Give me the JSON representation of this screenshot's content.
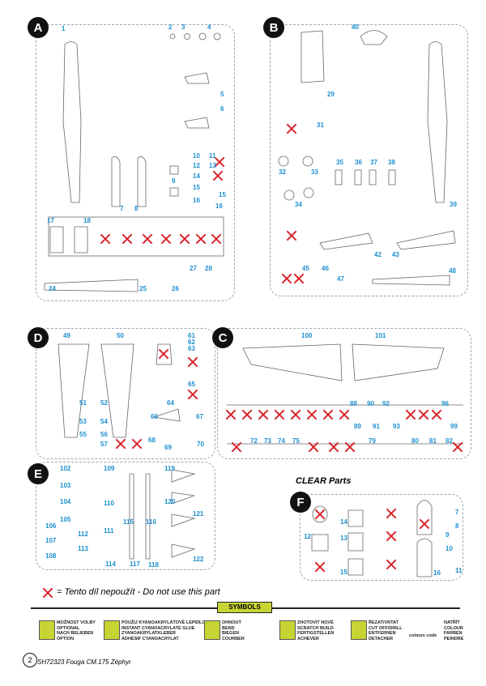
{
  "sprues": {
    "a": "A",
    "b": "B",
    "c": "C",
    "d": "D",
    "e": "E",
    "f": "F"
  },
  "numbers": {
    "a": [
      "1",
      "2",
      "3",
      "4",
      "5",
      "6",
      "7",
      "8",
      "9",
      "10",
      "11",
      "12",
      "13",
      "14",
      "15",
      "15",
      "16",
      "16",
      "17",
      "18",
      "24",
      "25",
      "26",
      "27",
      "28"
    ],
    "b": [
      "29",
      "31",
      "32",
      "33",
      "34",
      "35",
      "36",
      "37",
      "38",
      "39",
      "40",
      "42",
      "43",
      "45",
      "46",
      "47",
      "48"
    ],
    "c": [
      "100",
      "101",
      "72",
      "73",
      "74",
      "75",
      "79",
      "80",
      "81",
      "82",
      "88",
      "89",
      "90",
      "91",
      "92",
      "93",
      "96",
      "99"
    ],
    "d": [
      "49",
      "50",
      "51",
      "52",
      "53",
      "54",
      "55",
      "56",
      "57",
      "61",
      "62",
      "63",
      "64",
      "65",
      "66",
      "67",
      "68",
      "69",
      "70"
    ],
    "e": [
      "102",
      "103",
      "104",
      "105",
      "106",
      "107",
      "108",
      "109",
      "110",
      "111",
      "112",
      "113",
      "114",
      "115",
      "116",
      "117",
      "118",
      "119",
      "120",
      "121",
      "122"
    ],
    "f": [
      "7",
      "8",
      "9",
      "10",
      "11",
      "12",
      "13",
      "14",
      "15",
      "16"
    ]
  },
  "clear_title": "CLEAR Parts",
  "legend": "= Tento díl nepoužít - Do not use this part",
  "symbols_header": "SYMBOLS",
  "symbols": [
    "MOŽNOST VOLBY\nOPTIONAL\nNACH BELIEBEN\nOPTION",
    "POUŽIJ KYANOAKRYLÁTOVÉ LEPIDLO\nINSTANT CYANOACRYLATE GLUE\nZYANOAKRYLATKLEBER\nADHÉSIF CYANOACRYLAT",
    "OHNOUT\nBEND\nBIEGEN\nCOURBER",
    "ZHOTOVIT NOVÉ\nSCRATCH BUILD\nFERTIGSTELLEN\nACHEVER",
    "ŘEZAT/VRTAT\nCUT OFF/DRILL\nENTFERNEN\nDETACHER",
    "colours code",
    "NATŘÍT\nCOLOUR\nFARBEN\nPEINDRE"
  ],
  "page_number": "2",
  "footer": "SH72323 Fouga CM.175 Zéphyr"
}
